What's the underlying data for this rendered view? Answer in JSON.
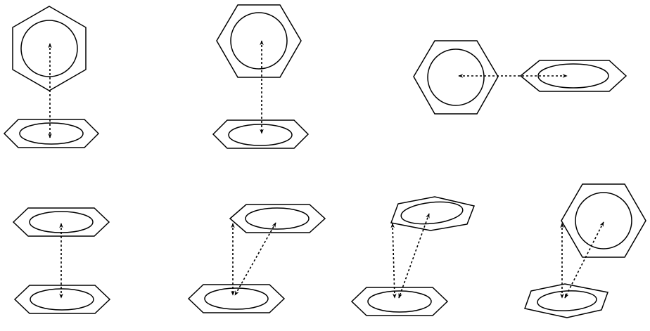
{
  "diagram": {
    "type": "benzene-dimer-geometries",
    "stroke_color": "#000000",
    "background_color": "#ffffff",
    "configurations": [
      {
        "id": "t-shaped-edge-to-face",
        "row": 1,
        "rings": [
          "face-on",
          "edge-on"
        ],
        "interaction": "perpendicular"
      },
      {
        "id": "t-shaped-rotated",
        "row": 1,
        "rings": [
          "face-on-rotated",
          "edge-on"
        ],
        "interaction": "perpendicular"
      },
      {
        "id": "coplanar-edge-to-edge",
        "row": 1,
        "rings": [
          "face-on",
          "edge-on-side"
        ],
        "interaction": "in-plane"
      },
      {
        "id": "sandwich",
        "row": 2,
        "rings": [
          "edge-on",
          "edge-on"
        ],
        "interaction": "stacked"
      },
      {
        "id": "parallel-displaced",
        "row": 2,
        "rings": [
          "edge-on",
          "edge-on"
        ],
        "interaction": "offset-stacked"
      },
      {
        "id": "parallel-displaced-tilted",
        "row": 2,
        "rings": [
          "tilted",
          "edge-on"
        ],
        "interaction": "offset-stacked"
      },
      {
        "id": "tilted-t-shaped",
        "row": 2,
        "rings": [
          "face-on",
          "edge-on-tilted"
        ],
        "interaction": "offset-perpendicular"
      }
    ]
  }
}
